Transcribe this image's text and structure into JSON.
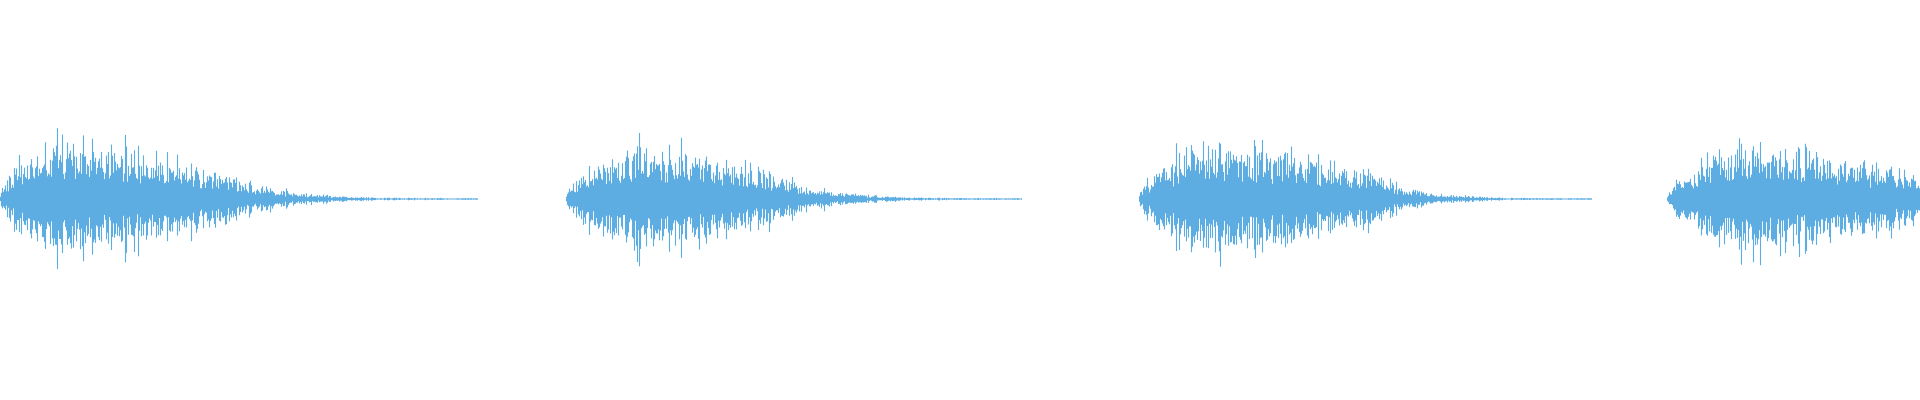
{
  "waveform": {
    "color": "#5dade2",
    "background": "#ffffff",
    "bursts": [
      {
        "start": 0.0,
        "peak": 0.022,
        "decay_end": 0.118,
        "tail_end": 0.249,
        "intensity": 1.0,
        "seed": 11
      },
      {
        "start": 0.295,
        "peak": 0.33,
        "decay_end": 0.405,
        "tail_end": 0.532,
        "intensity": 0.93,
        "seed": 23
      },
      {
        "start": 0.593,
        "peak": 0.623,
        "decay_end": 0.715,
        "tail_end": 0.829,
        "intensity": 0.97,
        "seed": 37
      },
      {
        "start": 0.868,
        "peak": 0.905,
        "decay_end": 1.0,
        "tail_end": 1.0,
        "intensity": 0.98,
        "seed": 53
      }
    ]
  }
}
